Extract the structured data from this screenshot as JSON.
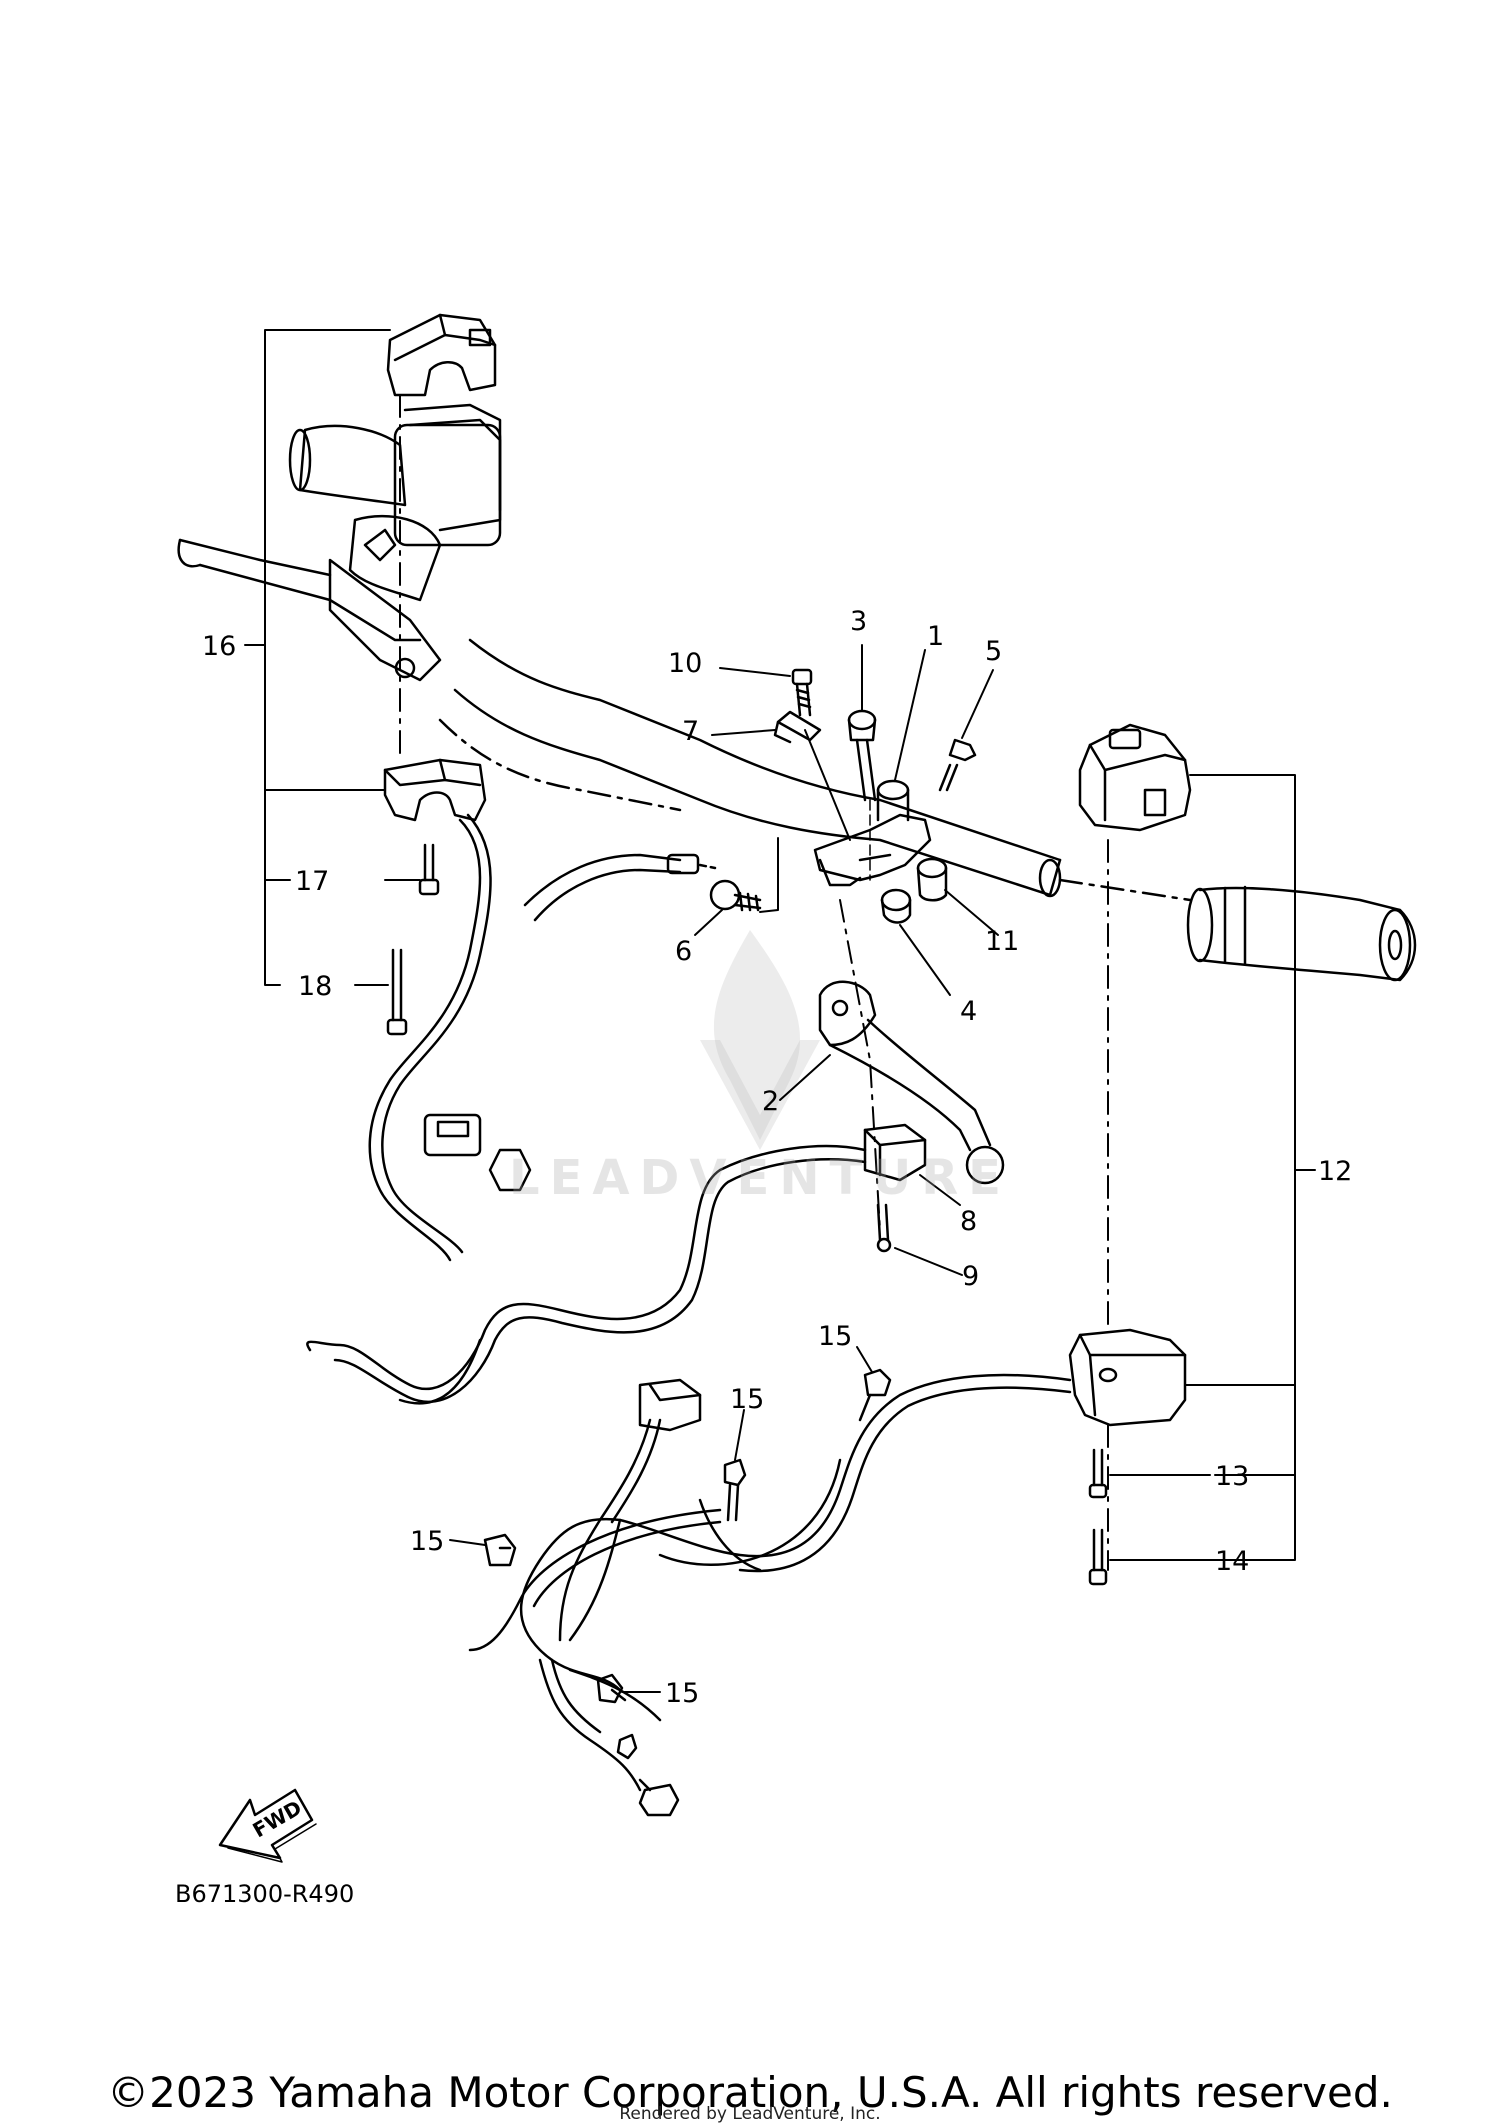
{
  "callouts": {
    "c1": "1",
    "c2": "2",
    "c3": "3",
    "c4": "4",
    "c5": "5",
    "c6": "6",
    "c7": "7",
    "c8": "8",
    "c9": "9",
    "c10": "10",
    "c11": "11",
    "c12": "12",
    "c13": "13",
    "c14": "14",
    "c15a": "15",
    "c15b": "15",
    "c15c": "15",
    "c15d": "15",
    "c16": "16",
    "c17": "17",
    "c18": "18"
  },
  "diagram_ref": "B671300-R490",
  "fwd_label": "FWD",
  "watermark_text": "LEADVENTURE",
  "copyright": "©2023 Yamaha Motor Corporation, U.S.A. All rights reserved.",
  "rendered_by": "Rendered by LeadVenture, Inc."
}
